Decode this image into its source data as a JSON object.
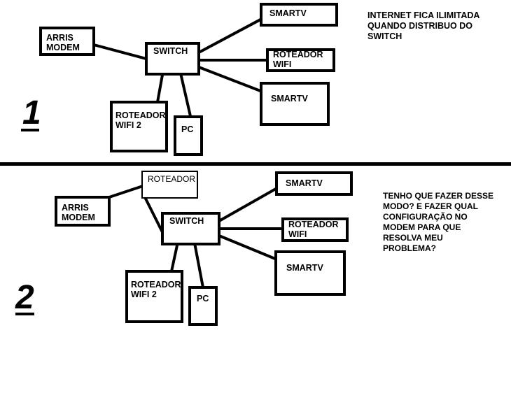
{
  "diagram1": {
    "number": "1",
    "note": "INTERNET FICA ILIMITADA\nQUANDO DISTRIBUO DO\nSWITCH",
    "modem": "ARRIS\nMODEM",
    "switch": "SWITCH",
    "smarttv_top": "SMARTV",
    "router_wifi": "ROTEADOR\nWIFI",
    "smarttv_bottom": "SMARTV",
    "router_wifi2": "ROTEADOR\nWIFI 2",
    "pc": "PC"
  },
  "diagram2": {
    "number": "2",
    "note": "TENHO QUE FAZER DESSE\nMODO? E FAZER QUAL\nCONFIGURAÇÃO NO\nMODEM PARA QUE\nRESOLVA MEU\nPROBLEMA?",
    "router": "ROTEADOR",
    "modem": "ARRIS\nMODEM",
    "switch": "SWITCH",
    "smarttv_top": "SMARTV",
    "router_wifi": "ROTEADOR\nWIFI",
    "smarttv_bottom": "SMARTV",
    "router_wifi2": "ROTEADOR\nWIFI 2",
    "pc": "PC"
  }
}
